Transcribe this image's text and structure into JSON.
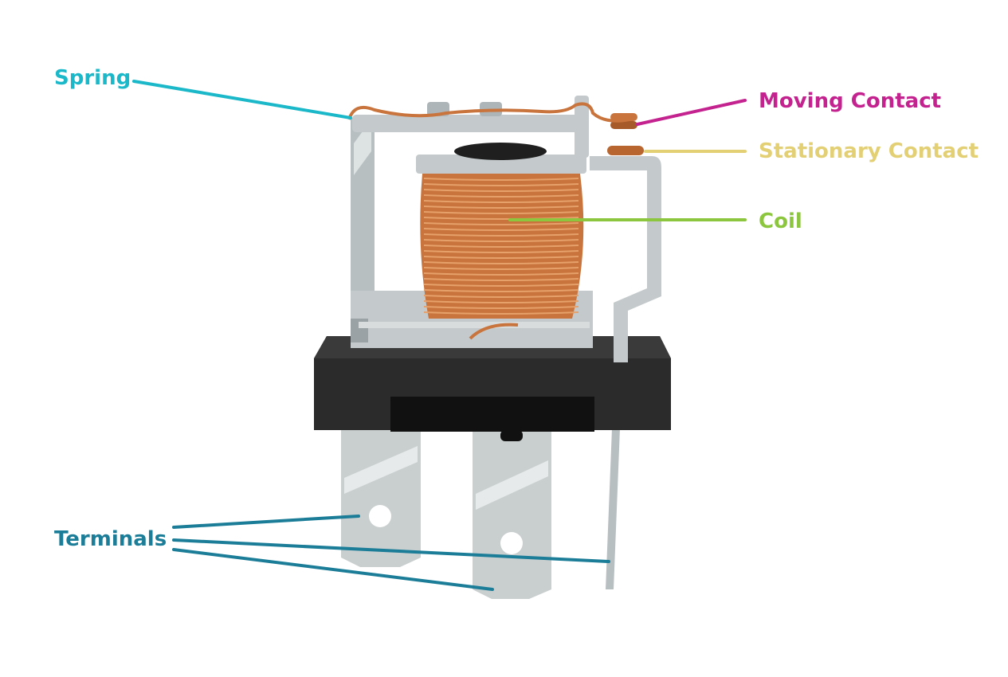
{
  "labels": {
    "spring": "Spring",
    "moving_contact": "Moving Contact",
    "stationary_contact": "Stationary Contact",
    "coil": "Coil",
    "terminals": "Terminals"
  },
  "colors": {
    "spring": "#1bb8c9",
    "moving_contact": "#c4238f",
    "stationary_contact": "#e3cf74",
    "coil": "#8cc63f",
    "terminals": "#1b7d97",
    "copper": "#c8743c",
    "metal": "#c4cacc",
    "base": "#2b2b2b"
  }
}
